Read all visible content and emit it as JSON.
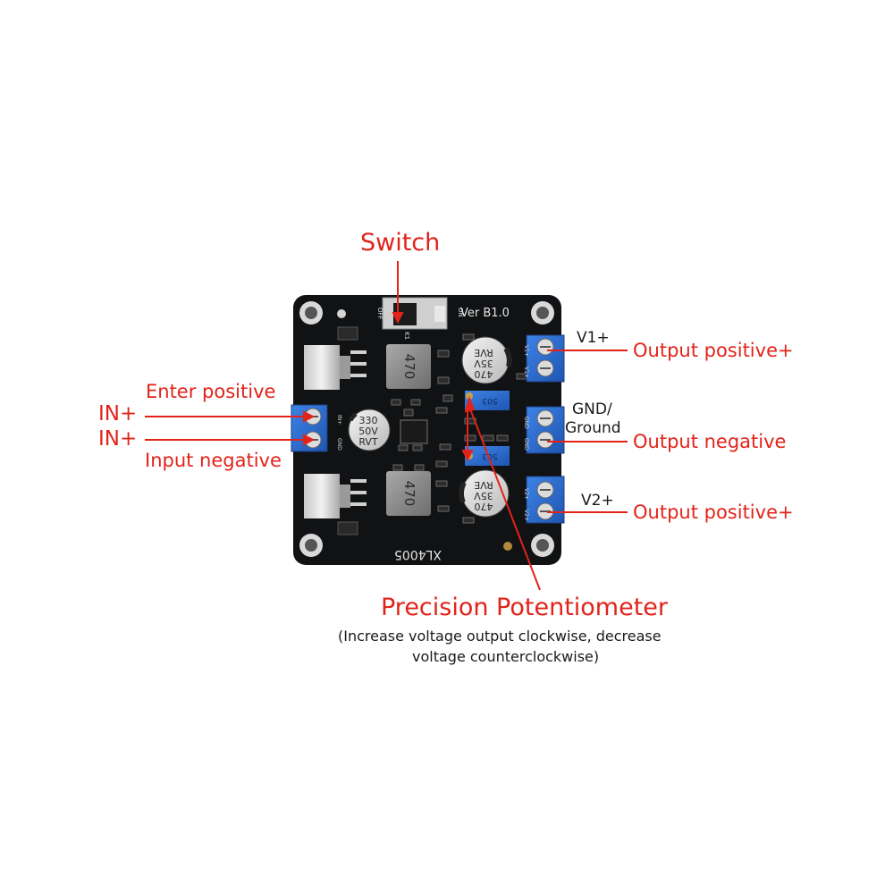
{
  "labels": {
    "switch": "Switch",
    "enter_positive": "Enter positive",
    "in_plus_1": "IN+",
    "in_plus_2": "IN+",
    "input_negative": "Input negative",
    "v1_plus": "V1+",
    "output_positive_1": "Output positive+",
    "gnd": "GND/",
    "ground": "Ground",
    "output_negative": "Output negative",
    "v2_plus": "V2+",
    "output_positive_2": "Output positive+",
    "potentiometer_title": "Precision Potentiometer",
    "potentiometer_note_1": "(Increase voltage output clockwise, decrease",
    "potentiometer_note_2": "voltage counterclockwise)"
  },
  "board": {
    "version": "Ver B1.0",
    "chip": "XL4005",
    "switch_off": "OFF",
    "switch_on": "ON",
    "switch_ref": "K1",
    "inductor_top": "470",
    "inductor_bottom": "470",
    "cap_input_line1": "330",
    "cap_input_line2": "50V",
    "cap_input_line3": "RVT",
    "cap_top_line1": "470",
    "cap_top_line2": "35V",
    "cap_top_line3": "RVE",
    "cap_bottom_line1": "470",
    "cap_bottom_line2": "35V",
    "cap_bottom_line3": "RVE",
    "pot_top": "503",
    "pot_bottom": "503",
    "in_silk_1": "IN+",
    "in_silk_2": "GND",
    "v1_silk_1": "V1+",
    "v1_silk_2": "V1+",
    "gnd_silk_1": "GND",
    "gnd_silk_2": "GND",
    "v2_silk_1": "V2+",
    "v2_silk_2": "V2+"
  },
  "colors": {
    "accent_red": "#e2231a",
    "pcb": "#111214",
    "terminal_blue": "#2f6fd0",
    "text_dark": "#1a1a1a"
  }
}
